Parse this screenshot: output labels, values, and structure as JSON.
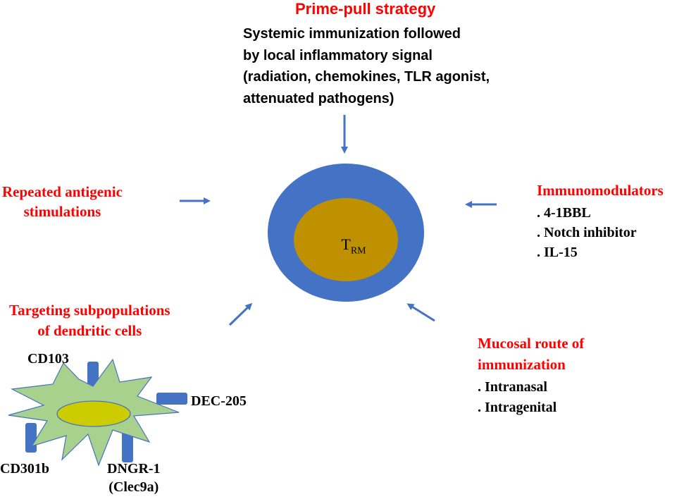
{
  "prime_pull": {
    "title": "Prime-pull strategy",
    "lines": [
      "Systemic immunization followed",
      "by local inflammatory signal",
      "(radiation, chemokines, TLR agonist,",
      "attenuated pathogens)"
    ]
  },
  "repeated": {
    "lines": [
      "Repeated antigenic",
      "stimulations"
    ]
  },
  "immunomodulators": {
    "title": "Immunomodulators",
    "items": [
      ". 4-1BBL",
      ". Notch inhibitor",
      ". IL-15"
    ]
  },
  "targeting": {
    "lines": [
      "Targeting subpopulations",
      "of dendritic cells"
    ]
  },
  "mucosal": {
    "title_lines": [
      "Mucosal route of",
      "immunization"
    ],
    "items": [
      ". Intranasal",
      ". Intragenital"
    ]
  },
  "cell": {
    "label_main": "T",
    "label_sub": "RM"
  },
  "dendritic_cell": {
    "markers": {
      "cd103": "CD103",
      "dec205": "DEC-205",
      "cd301b": "CD301b",
      "dngr1_lines": [
        "DNGR-1",
        "(Clec9a)"
      ]
    }
  },
  "colors": {
    "accent_red": "#ff0000",
    "arrow_blue": "#4472c4",
    "outer_cell": "#4472c4",
    "inner_nucleus": "#bf9000",
    "dc_body": "#a9d18e",
    "dc_nucleus": "#cccc00",
    "receptor": "#4472c4"
  }
}
